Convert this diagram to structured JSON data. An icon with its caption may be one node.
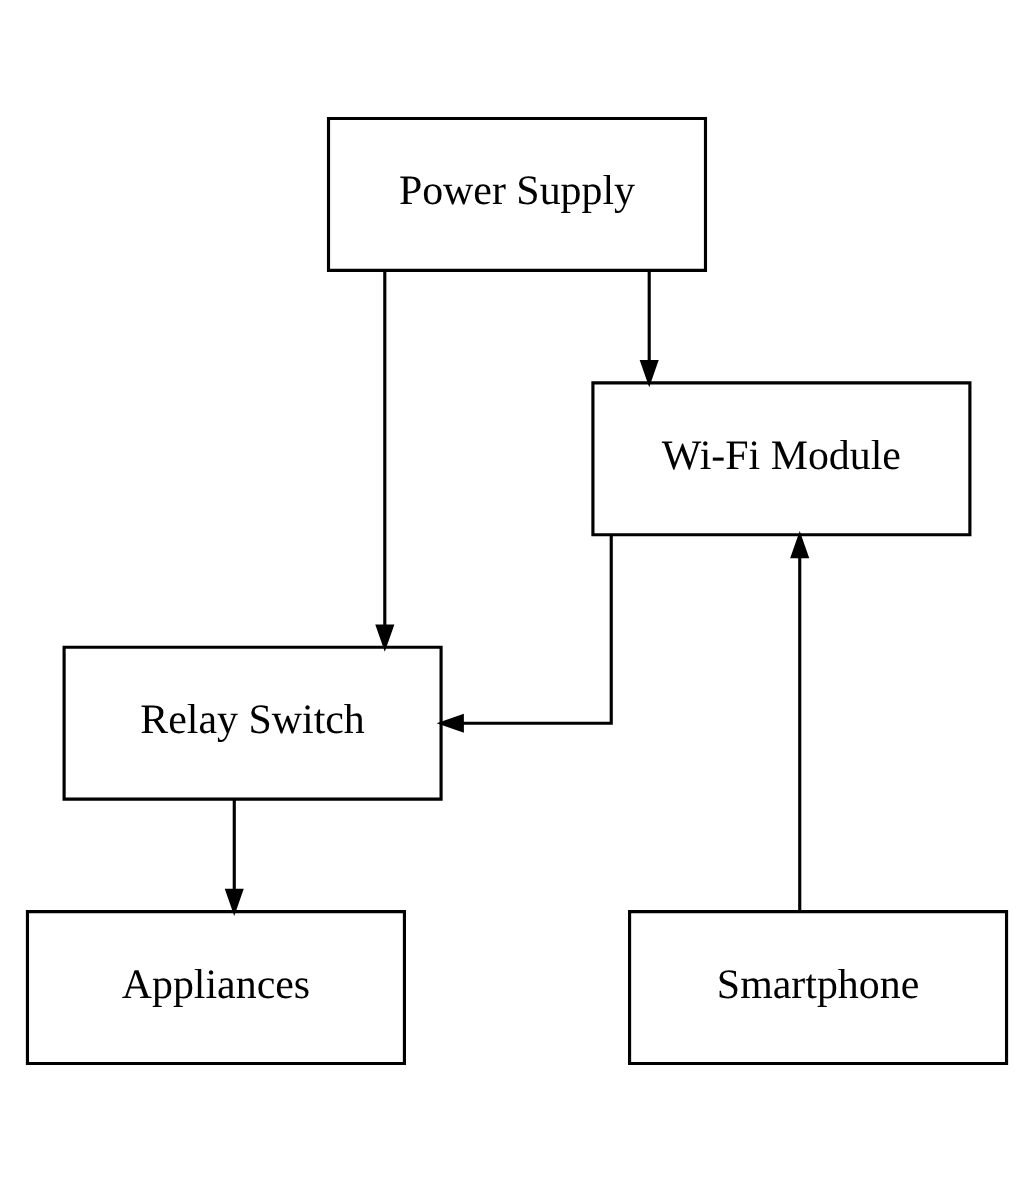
{
  "diagram": {
    "nodes": [
      {
        "text": [
          "Power Supply"
        ]
      },
      {
        "text": [
          "Wi-Fi Module"
        ]
      },
      {
        "text": [
          "Relay Switch"
        ]
      },
      {
        "text": [
          "Smartphone"
        ]
      },
      {
        "text": [
          "Appliances"
        ]
      }
    ],
    "edges": [
      {
        "from": 0,
        "to": 1,
        "arrow": "to"
      },
      {
        "from": 1,
        "to": 2,
        "arrow": "to"
      },
      {
        "from": 0,
        "to": 2,
        "arrow": "to"
      },
      {
        "from": 3,
        "to": 1,
        "arrow": "to"
      },
      {
        "from": 2,
        "to": 4,
        "arrow": "to"
      }
    ]
  }
}
